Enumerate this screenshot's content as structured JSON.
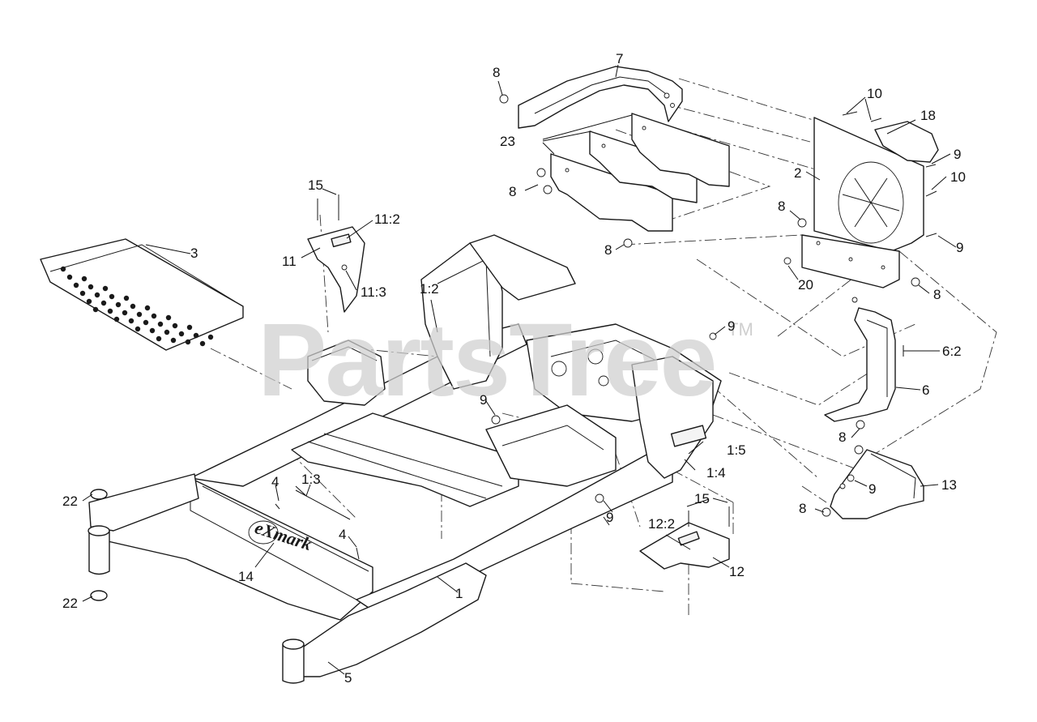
{
  "watermark": {
    "text": "PartsTree",
    "tm": "TM"
  },
  "logo": {
    "text": "eXmark"
  },
  "callouts": [
    {
      "id": "c-7",
      "text": "7"
    },
    {
      "id": "c-8a",
      "text": "8"
    },
    {
      "id": "c-23",
      "text": "23"
    },
    {
      "id": "c-8b",
      "text": "8"
    },
    {
      "id": "c-8c",
      "text": "8"
    },
    {
      "id": "c-10a",
      "text": "10"
    },
    {
      "id": "c-18",
      "text": "18"
    },
    {
      "id": "c-9a",
      "text": "9"
    },
    {
      "id": "c-2",
      "text": "2"
    },
    {
      "id": "c-10b",
      "text": "10"
    },
    {
      "id": "c-8d",
      "text": "8"
    },
    {
      "id": "c-9b",
      "text": "9"
    },
    {
      "id": "c-20",
      "text": "20"
    },
    {
      "id": "c-8e",
      "text": "8"
    },
    {
      "id": "c-15a",
      "text": "15"
    },
    {
      "id": "c-11-2",
      "text": "11:2"
    },
    {
      "id": "c-11",
      "text": "11"
    },
    {
      "id": "c-11-3",
      "text": "11:3"
    },
    {
      "id": "c-3",
      "text": "3"
    },
    {
      "id": "c-1-2",
      "text": "1:2"
    },
    {
      "id": "c-9c",
      "text": "9"
    },
    {
      "id": "c-6-2",
      "text": "6:2"
    },
    {
      "id": "c-6",
      "text": "6"
    },
    {
      "id": "c-9d",
      "text": "9"
    },
    {
      "id": "c-8f",
      "text": "8"
    },
    {
      "id": "c-1-5",
      "text": "1:5"
    },
    {
      "id": "c-1-4",
      "text": "1:4"
    },
    {
      "id": "c-9e",
      "text": "9"
    },
    {
      "id": "c-13",
      "text": "13"
    },
    {
      "id": "c-8g",
      "text": "8"
    },
    {
      "id": "c-22a",
      "text": "22"
    },
    {
      "id": "c-1-3",
      "text": "1:3"
    },
    {
      "id": "c-4a",
      "text": "4"
    },
    {
      "id": "c-4b",
      "text": "4"
    },
    {
      "id": "c-14",
      "text": "14"
    },
    {
      "id": "c-9f",
      "text": "9"
    },
    {
      "id": "c-15b",
      "text": "15"
    },
    {
      "id": "c-12-2",
      "text": "12:2"
    },
    {
      "id": "c-12",
      "text": "12"
    },
    {
      "id": "c-1",
      "text": "1"
    },
    {
      "id": "c-22b",
      "text": "22"
    },
    {
      "id": "c-5",
      "text": "5"
    }
  ]
}
